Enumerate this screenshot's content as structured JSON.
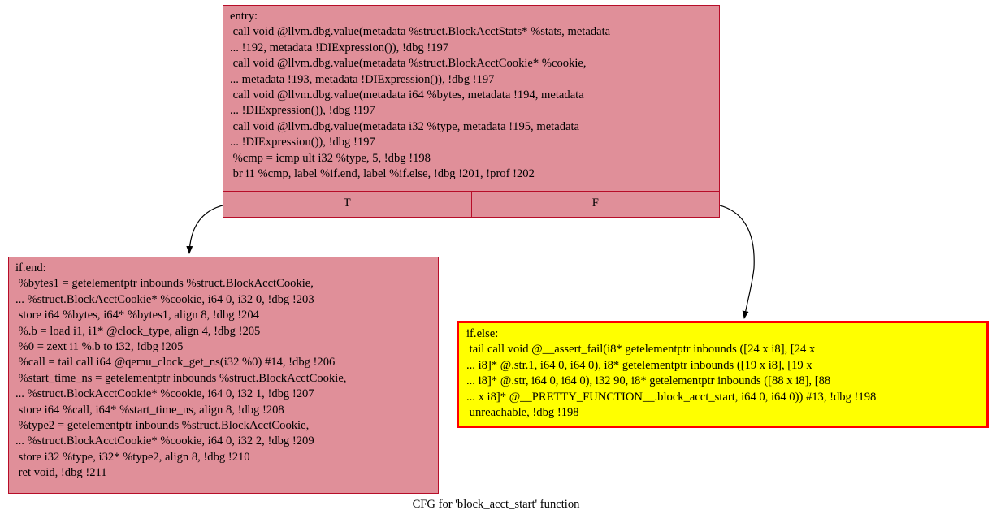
{
  "entry": {
    "lines": [
      "entry:",
      " call void @llvm.dbg.value(metadata %struct.BlockAcctStats* %stats, metadata",
      "... !192, metadata !DIExpression()), !dbg !197",
      " call void @llvm.dbg.value(metadata %struct.BlockAcctCookie* %cookie,",
      "... metadata !193, metadata !DIExpression()), !dbg !197",
      " call void @llvm.dbg.value(metadata i64 %bytes, metadata !194, metadata",
      "... !DIExpression()), !dbg !197",
      " call void @llvm.dbg.value(metadata i32 %type, metadata !195, metadata",
      "... !DIExpression()), !dbg !197",
      " %cmp = icmp ult i32 %type, 5, !dbg !198",
      " br i1 %cmp, label %if.end, label %if.else, !dbg !201, !prof !202"
    ],
    "port_true": "T",
    "port_false": "F"
  },
  "if_end": {
    "lines": [
      "if.end:",
      " %bytes1 = getelementptr inbounds %struct.BlockAcctCookie,",
      "... %struct.BlockAcctCookie* %cookie, i64 0, i32 0, !dbg !203",
      " store i64 %bytes, i64* %bytes1, align 8, !dbg !204",
      " %.b = load i1, i1* @clock_type, align 4, !dbg !205",
      " %0 = zext i1 %.b to i32, !dbg !205",
      " %call = tail call i64 @qemu_clock_get_ns(i32 %0) #14, !dbg !206",
      " %start_time_ns = getelementptr inbounds %struct.BlockAcctCookie,",
      "... %struct.BlockAcctCookie* %cookie, i64 0, i32 1, !dbg !207",
      " store i64 %call, i64* %start_time_ns, align 8, !dbg !208",
      " %type2 = getelementptr inbounds %struct.BlockAcctCookie,",
      "... %struct.BlockAcctCookie* %cookie, i64 0, i32 2, !dbg !209",
      " store i32 %type, i32* %type2, align 8, !dbg !210",
      " ret void, !dbg !211"
    ]
  },
  "if_else": {
    "lines": [
      "if.else:",
      " tail call void @__assert_fail(i8* getelementptr inbounds ([24 x i8], [24 x",
      "... i8]* @.str.1, i64 0, i64 0), i8* getelementptr inbounds ([19 x i8], [19 x",
      "... i8]* @.str, i64 0, i64 0), i32 90, i8* getelementptr inbounds ([88 x i8], [88",
      "... x i8]* @__PRETTY_FUNCTION__.block_acct_start, i64 0, i64 0)) #13, !dbg !198",
      " unreachable, !dbg !198"
    ]
  },
  "caption": "CFG for 'block_acct_start' function",
  "colors": {
    "node_fill": "#e08f99",
    "node_border": "#b70d28",
    "highlight_fill": "#ffff00",
    "highlight_border": "#ff0000",
    "edge": "#000000"
  }
}
